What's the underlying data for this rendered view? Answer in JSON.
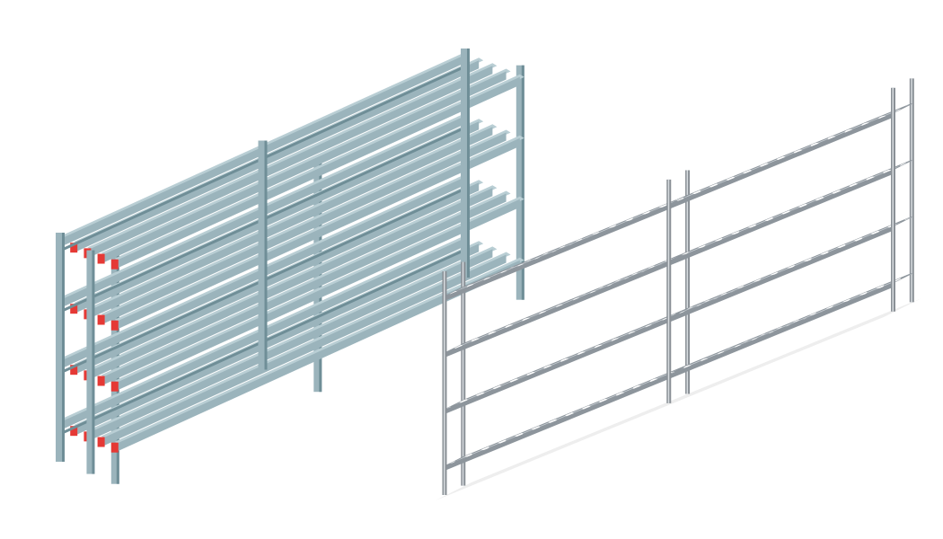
{
  "scene": {
    "background": "#ffffff",
    "items": [
      {
        "name": "plastic-shelving-unit",
        "levels": 4,
        "bays": 2,
        "slats_per_level": 5,
        "colors": {
          "frame": "#9bb4bc",
          "frame_light": "#b9ced4",
          "frame_dark": "#6f8e97",
          "end_caps": "#e53935"
        }
      },
      {
        "name": "steel-shelving-unit",
        "levels": 4,
        "bays": 2,
        "shelf_style": "perforated",
        "colors": {
          "shelf": "#c9cfd4",
          "shelf_dark": "#8d959c",
          "holes": "#ffffff",
          "posts": "#8a9096",
          "shadow": "#eeeeee"
        }
      }
    ]
  }
}
